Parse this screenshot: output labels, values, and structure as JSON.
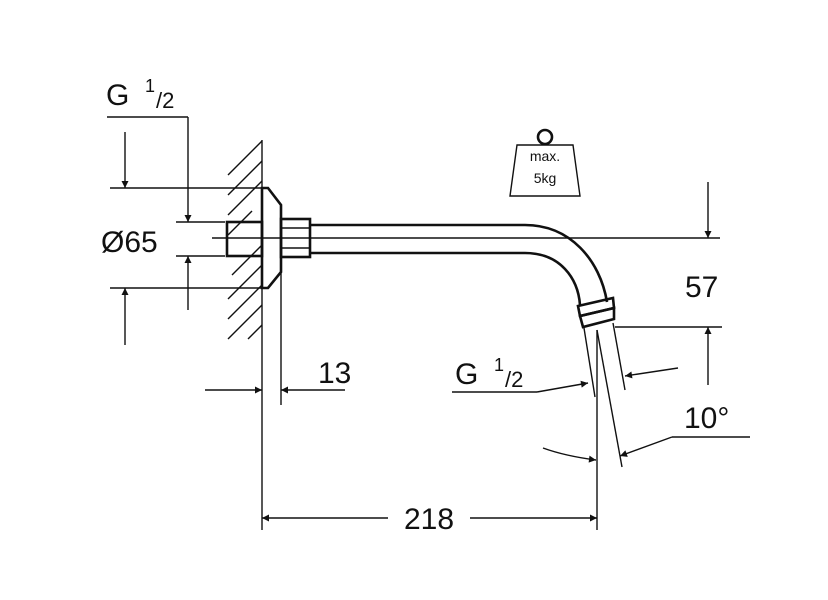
{
  "labels": {
    "thread_left": "G",
    "thread_left_frac_num": "1",
    "thread_left_frac_den": "/2",
    "diameter": "Ø65",
    "wall_offset": "13",
    "drop_height": "57",
    "thread_right": "G",
    "thread_right_frac_num": "1",
    "thread_right_frac_den": "/2",
    "angle": "10°",
    "length": "218",
    "weight_line1": "max.",
    "weight_line2": "5kg"
  }
}
